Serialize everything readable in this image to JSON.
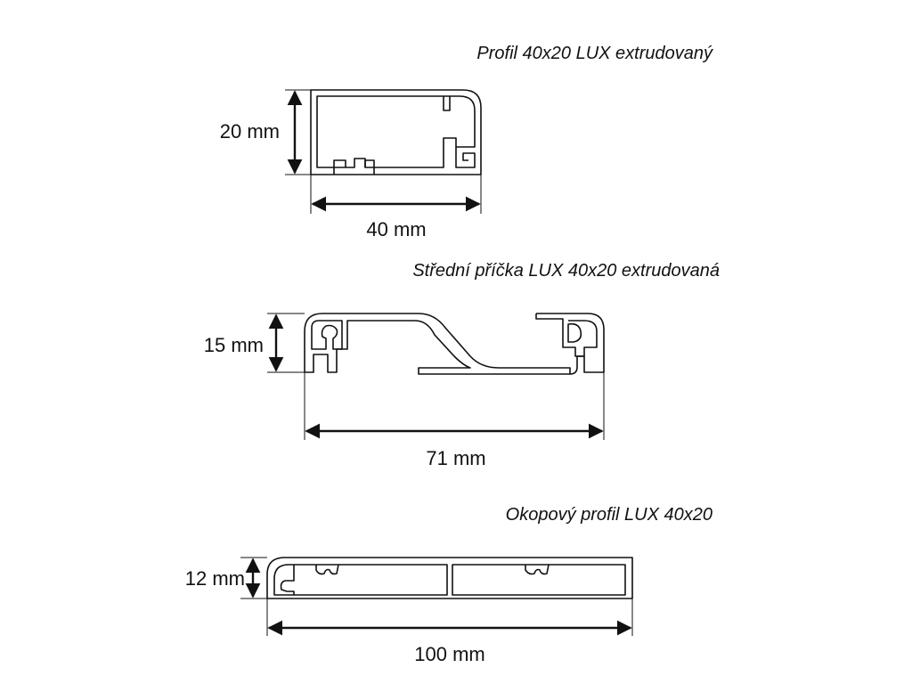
{
  "profiles": [
    {
      "title": "Profil 40x20 LUX extrudovaný",
      "height_label": "20 mm",
      "width_label": "40 mm"
    },
    {
      "title": "Střední příčka LUX 40x20 extrudovaná",
      "height_label": "15 mm",
      "width_label": "71 mm"
    },
    {
      "title": "Okopový profil LUX 40x20",
      "height_label": "12 mm",
      "width_label": "100 mm"
    }
  ]
}
